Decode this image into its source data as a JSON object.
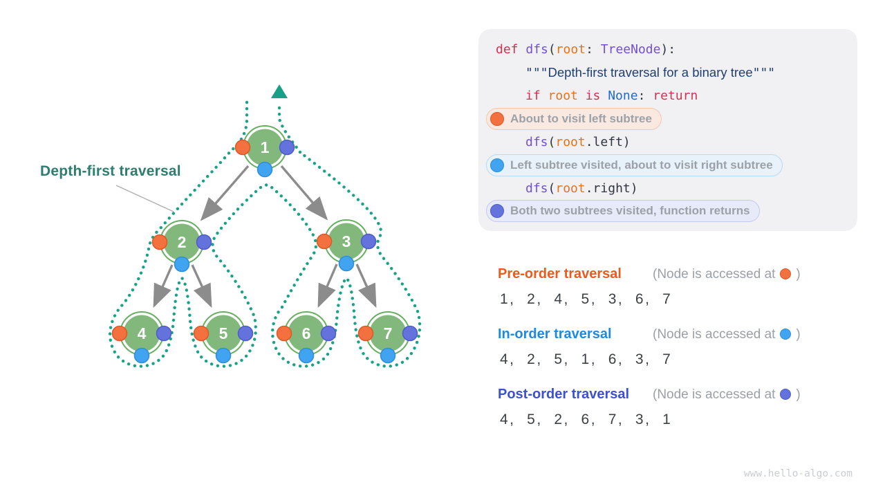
{
  "tree": {
    "label": "Depth-first traversal",
    "nodes": [
      {
        "label": "1"
      },
      {
        "label": "2"
      },
      {
        "label": "3"
      },
      {
        "label": "4"
      },
      {
        "label": "5"
      },
      {
        "label": "6"
      },
      {
        "label": "7"
      }
    ],
    "colors": {
      "node_fill": "#82B87C",
      "node_ring": "#66AE60",
      "path_teal": "#18A387",
      "edge_gray": "#8C8C8C",
      "dot_preorder": "#F2713F",
      "dot_inorder": "#41A4F1",
      "dot_postorder": "#6473DC"
    }
  },
  "code": {
    "line1": {
      "kw": "def ",
      "fn": "dfs",
      "p1": "(",
      "arg": "root",
      "p2": ": ",
      "cls": "TreeNode",
      "p3": "):"
    },
    "line2": {
      "q1": "\"\"\"",
      "text": "Depth-first traversal for a binary tree",
      "q2": "\"\"\""
    },
    "line3": {
      "kw": "if ",
      "arg": "root ",
      "kw2": "is ",
      "none": "None",
      "p": ": ",
      "kw3": "return"
    },
    "line4": {
      "fn": "dfs",
      "p1": "(",
      "arg": "root",
      "p2": ".left)"
    },
    "line5": {
      "fn": "dfs",
      "p1": "(",
      "arg": "root",
      "p2": ".right)"
    },
    "pills": [
      {
        "text": "About to visit left subtree",
        "dot_color": "#F2713F"
      },
      {
        "text": "Left subtree visited, about to visit right subtree",
        "dot_color": "#41A4F1"
      },
      {
        "text": "Both two subtrees visited, function returns",
        "dot_color": "#6473DC"
      }
    ]
  },
  "traversals": [
    {
      "label": "Pre-order traversal",
      "note_prefix": "(Node is accessed at",
      "note_suffix": ")",
      "sequence": "1,  2,  4,  5,  3,  6,  7",
      "color": "#EB5B1E",
      "dot_color": "#F2713F"
    },
    {
      "label": "In-order traversal",
      "note_prefix": "(Node is accessed at",
      "note_suffix": ")",
      "sequence": "4,  2,  5,  1,  6,  3,  7",
      "color": "#1E88E5",
      "dot_color": "#41A4F1"
    },
    {
      "label": "Post-order traversal",
      "note_prefix": "(Node is accessed at",
      "note_suffix": ")",
      "sequence": "4,  5,  2,  6,  7,  3,  1",
      "color": "#3C51CE",
      "dot_color": "#6473DC"
    }
  ],
  "footer": {
    "watermark": "www.hello-algo.com"
  }
}
